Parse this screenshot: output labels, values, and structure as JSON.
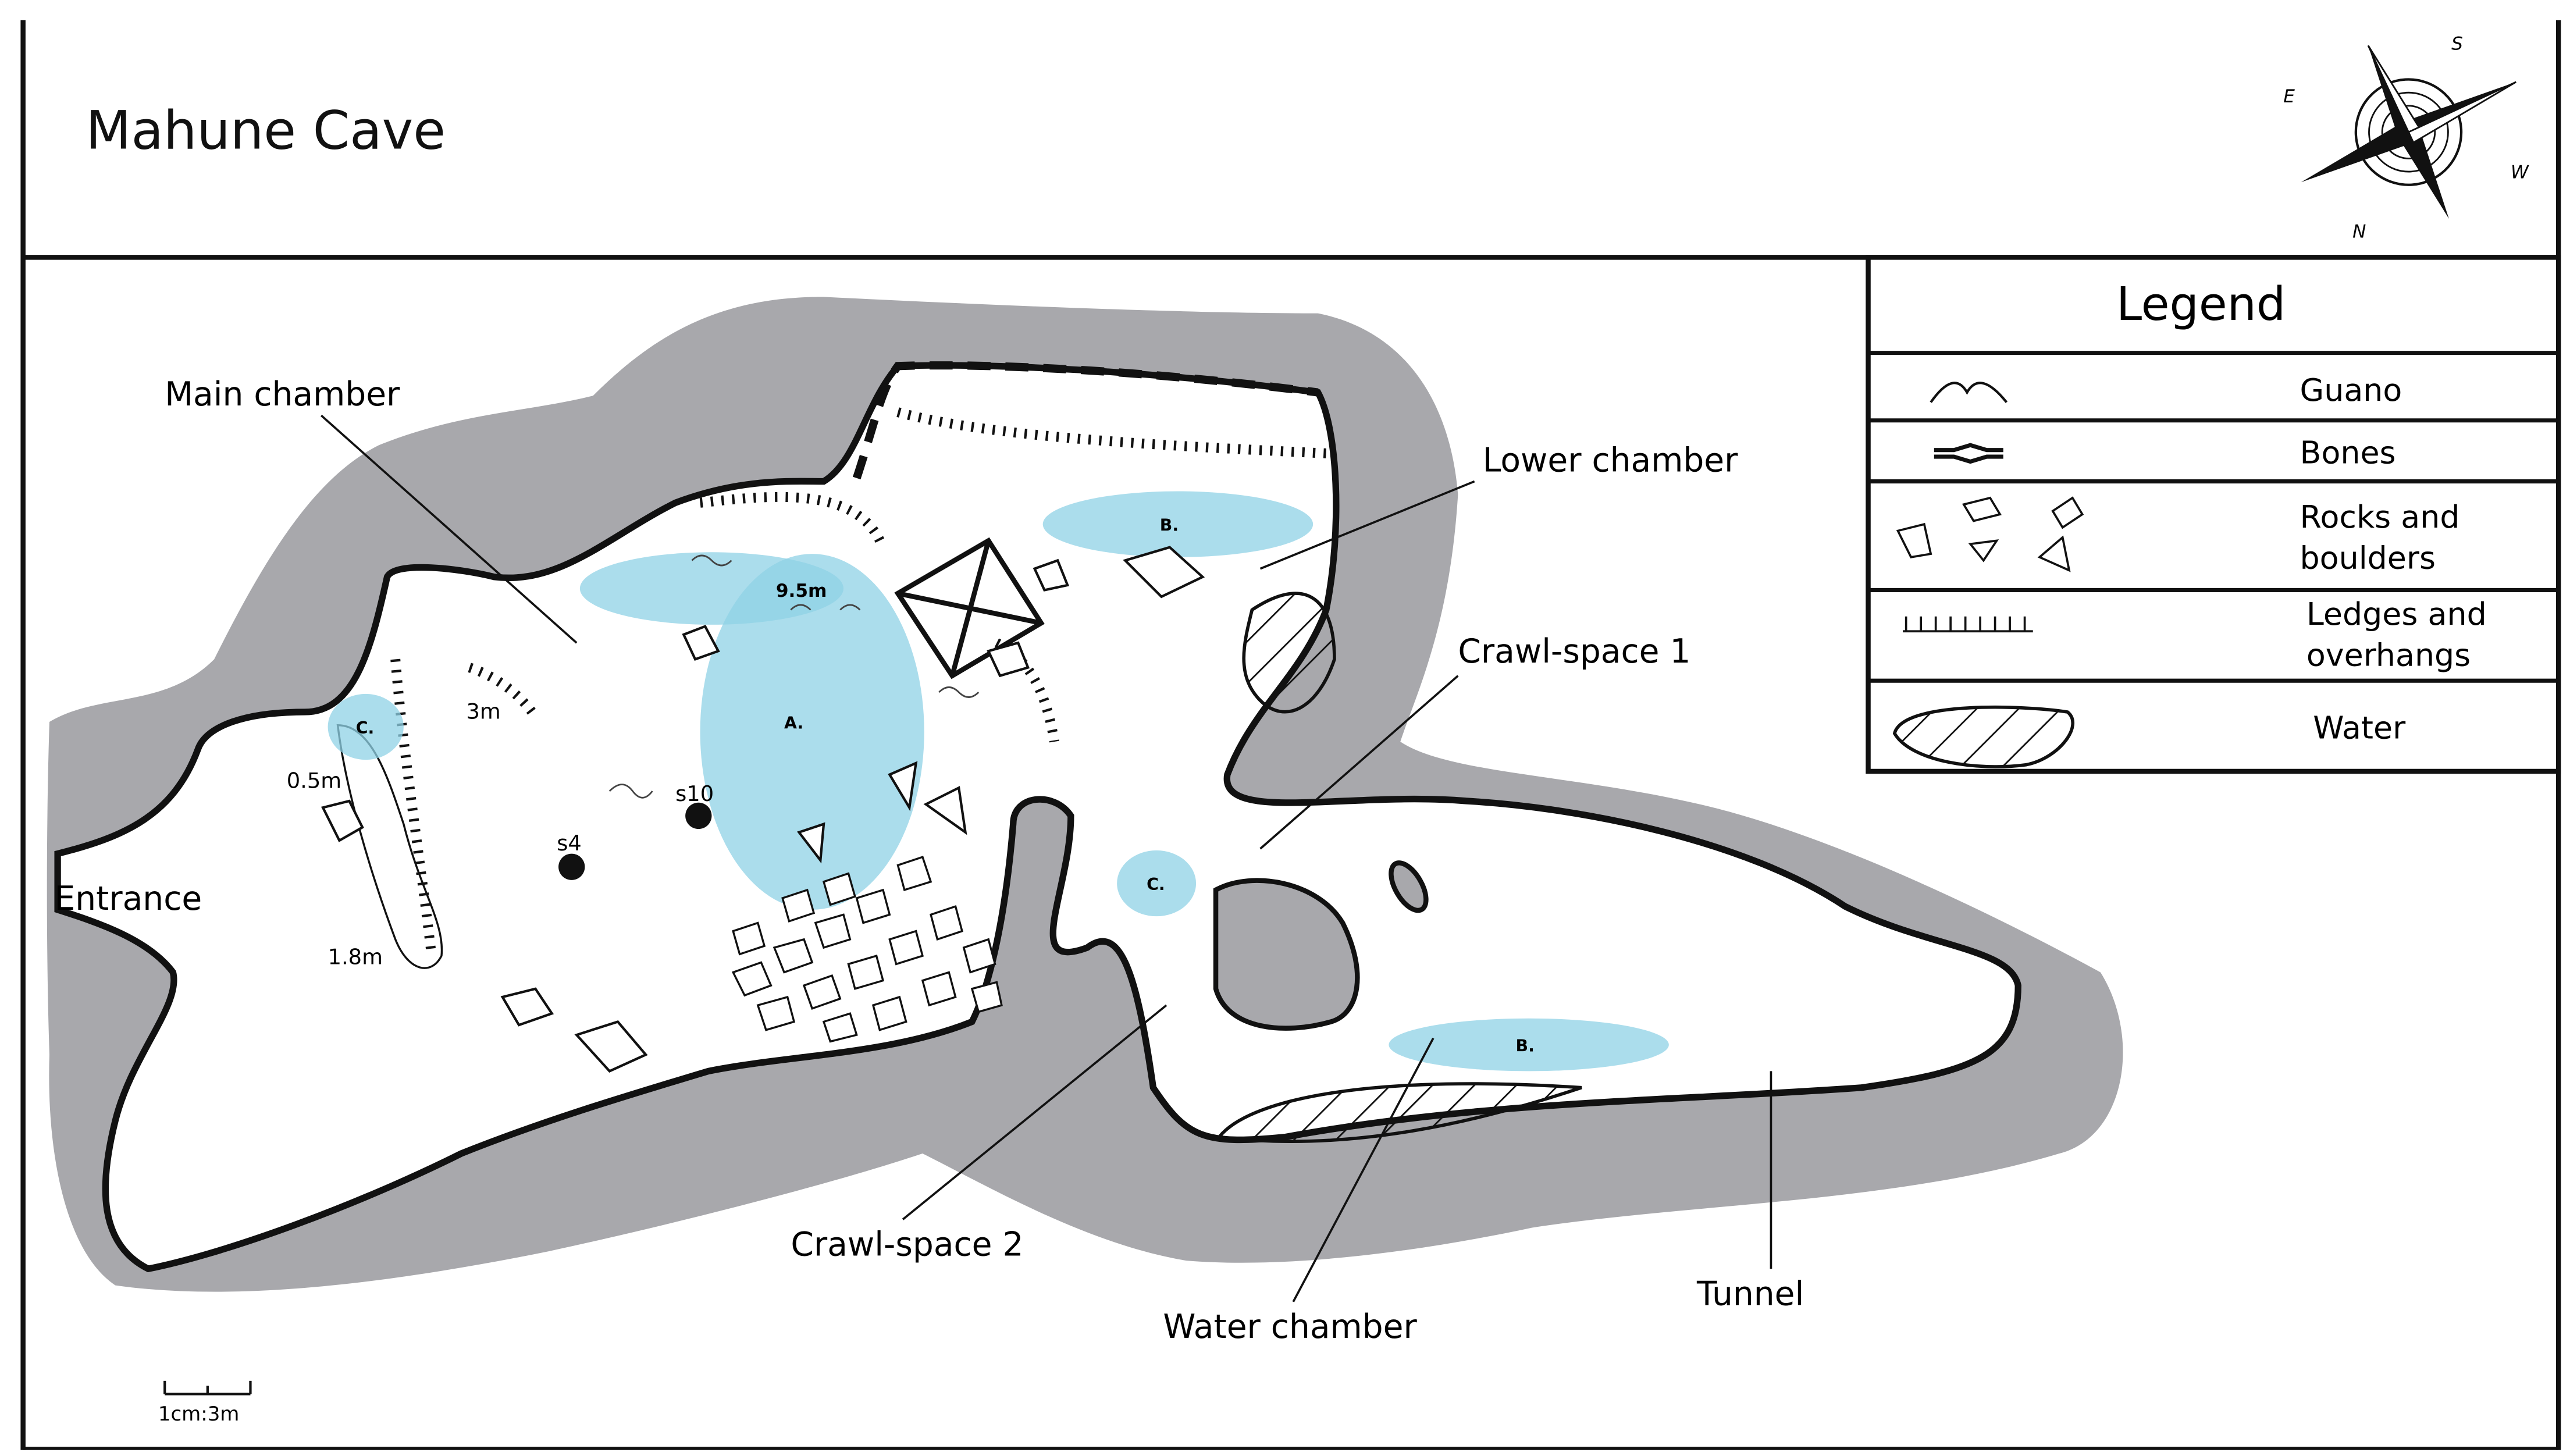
{
  "title": "Mahune Cave",
  "compass": {
    "n": "N",
    "s": "S",
    "e": "E",
    "w": "W"
  },
  "legend": {
    "heading": "Legend",
    "guano": "Guano",
    "bones": "Bones",
    "rocks_line1": "Rocks and",
    "rocks_line2": "boulders",
    "ledges_line1": "Ledges and",
    "ledges_line2": "overhangs",
    "water": "Water"
  },
  "labels": {
    "main_chamber": "Main chamber",
    "lower_chamber": "Lower chamber",
    "crawl1": "Crawl-space 1",
    "crawl2": "Crawl-space 2",
    "water_chamber": "Water chamber",
    "tunnel": "Tunnel",
    "entrance": "Entrance"
  },
  "depths": {
    "d95": "9.5m",
    "d3": "3m",
    "d05": "0.5m",
    "d18": "1.8m"
  },
  "stations": {
    "s4": "s4",
    "s10": "s10"
  },
  "pools": {
    "a": "A.",
    "b1": "B.",
    "b2": "B.",
    "c1": "C.",
    "c2": "C."
  },
  "scale": "1cm:3m",
  "colors": {
    "rock": "#a8a8ac",
    "pool": "#8fd2e6",
    "outline": "#111111"
  }
}
